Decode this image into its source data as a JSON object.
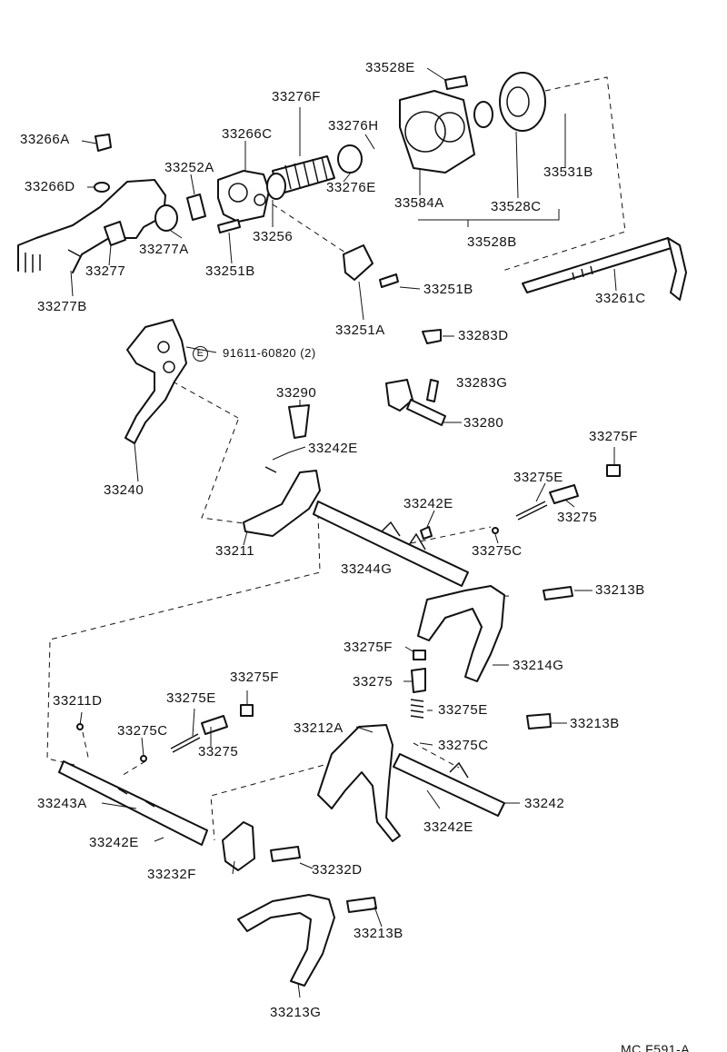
{
  "diagram": {
    "labels": {
      "p33528E": "33528E",
      "p33276F": "33276F",
      "p33266A": "33266A",
      "p33266C": "33266C",
      "p33276H": "33276H",
      "p33252A": "33252A",
      "p33266D": "33266D",
      "p33276E_top": "33276E",
      "p33584A": "33584A",
      "p33528C": "33528C",
      "p33531B": "33531B",
      "p33277A": "33277A",
      "p33256": "33256",
      "p33528B": "33528B",
      "p33277": "33277",
      "p33251B_a": "33251B",
      "p33251B_b": "33251B",
      "p33261C": "33261C",
      "p33277B": "33277B",
      "p33251A": "33251A",
      "p33283D": "33283D",
      "bolt_note": "91611-60820 (2)",
      "bolt_marker": "E",
      "p33290": "33290",
      "p33283G": "33283G",
      "p33280": "33280",
      "p33242E_a": "33242E",
      "p33275F_a": "33275F",
      "p33240": "33240",
      "p33275E_a": "33275E",
      "p33242E_b": "33242E",
      "p33275_a": "33275",
      "p33211": "33211",
      "p33275C_a": "33275C",
      "p33244G": "33244G",
      "p33213B_a": "33213B",
      "p33275F_b": "33275F",
      "p33214G": "33214G",
      "p33275_b": "33275",
      "p33275F_c": "33275F",
      "p33211D": "33211D",
      "p33275E_b": "33275E",
      "p33275E_c": "33275E",
      "p33275C_b": "33275C",
      "p33212A": "33212A",
      "p33213B_b": "33213B",
      "p33275_c": "33275",
      "p33275C_c": "33275C",
      "p33243A": "33243A",
      "p33242": "33242",
      "p33242E_c": "33242E",
      "p33242E_d": "33242E",
      "p33232F": "33232F",
      "p33232D": "33232D",
      "p33213B_c": "33213B",
      "p33213G": "33213G",
      "ref_code": "MC F591-A"
    }
  }
}
